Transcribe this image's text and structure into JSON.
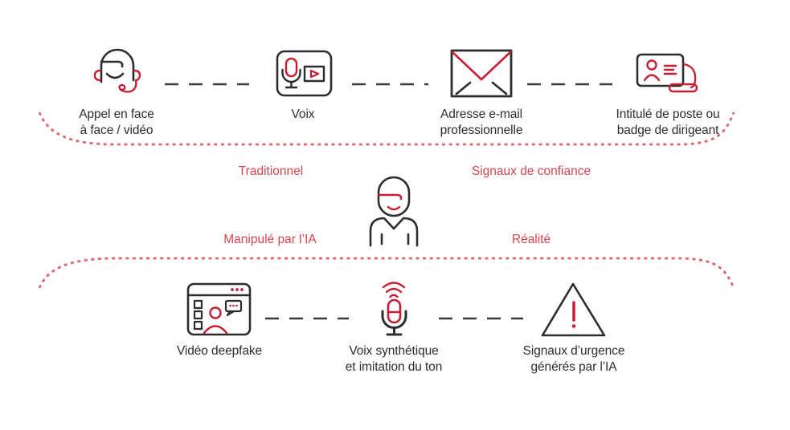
{
  "palette": {
    "dark": "#2d2d2d",
    "icon_red": "#c41f33",
    "label_red": "#d5454e",
    "dashed_curve_red": "#e06570"
  },
  "top_row": {
    "items": [
      {
        "icon": "headset-person-icon",
        "label": "Appel en face\nà face / vidéo"
      },
      {
        "icon": "voice-recording-icon",
        "label": "Voix"
      },
      {
        "icon": "envelope-icon",
        "label": "Adresse e-mail\nprofessionnelle"
      },
      {
        "icon": "id-badge-icon",
        "label": "Intitulé de poste ou\nbadge de dirigeant"
      }
    ]
  },
  "quadrants": {
    "top_left": "Traditionnel",
    "top_right": "Signaux de confiance",
    "bottom_left": "Manipulé par l’IA",
    "bottom_right": "Réalité"
  },
  "bottom_row": {
    "items": [
      {
        "icon": "deepfake-browser-icon",
        "label": "Vidéo deepfake"
      },
      {
        "icon": "synthetic-voice-icon",
        "label": "Voix synthétique\net imitation du ton"
      },
      {
        "icon": "warning-triangle-icon",
        "label": "Signaux d’urgence\ngénérés par l’IA"
      }
    ]
  }
}
